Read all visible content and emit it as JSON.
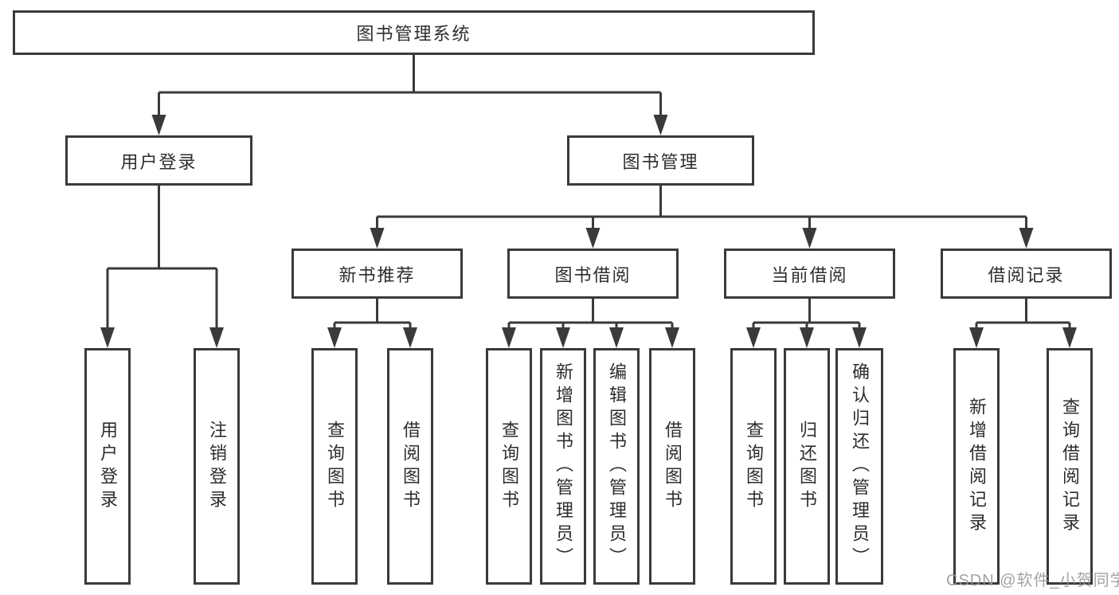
{
  "nodes": {
    "root": {
      "label": "图书管理系统"
    },
    "user_branch": {
      "label": "用户登录",
      "children": [
        {
          "label": "用户登录"
        },
        {
          "label": "注销登录"
        }
      ]
    },
    "mgmt_branch": {
      "label": "图书管理",
      "sections": {
        "new_book": {
          "label": "新书推荐",
          "children": [
            {
              "label": "查询图书"
            },
            {
              "label": "借阅图书"
            }
          ]
        },
        "book_borrow": {
          "label": "图书借阅",
          "children": [
            {
              "label": "查询图书"
            },
            {
              "label": "新增图书（管理员）"
            },
            {
              "label": "编辑图书（管理员）"
            },
            {
              "label": "借阅图书"
            }
          ]
        },
        "current_borrow": {
          "label": "当前借阅",
          "children": [
            {
              "label": "查询图书"
            },
            {
              "label": "归还图书"
            },
            {
              "label": "确认归还（管理员）"
            }
          ]
        },
        "records": {
          "label": "借阅记录",
          "children": [
            {
              "label": "新增借阅记录"
            },
            {
              "label": "查询借阅记录"
            }
          ]
        }
      }
    }
  },
  "watermark": {
    "text": "CSDN @软件_小贺同学"
  },
  "colors": {
    "line": "#3a3a3a",
    "text": "#2d2d2d",
    "background": "#ffffff",
    "watermark": "#969696"
  }
}
